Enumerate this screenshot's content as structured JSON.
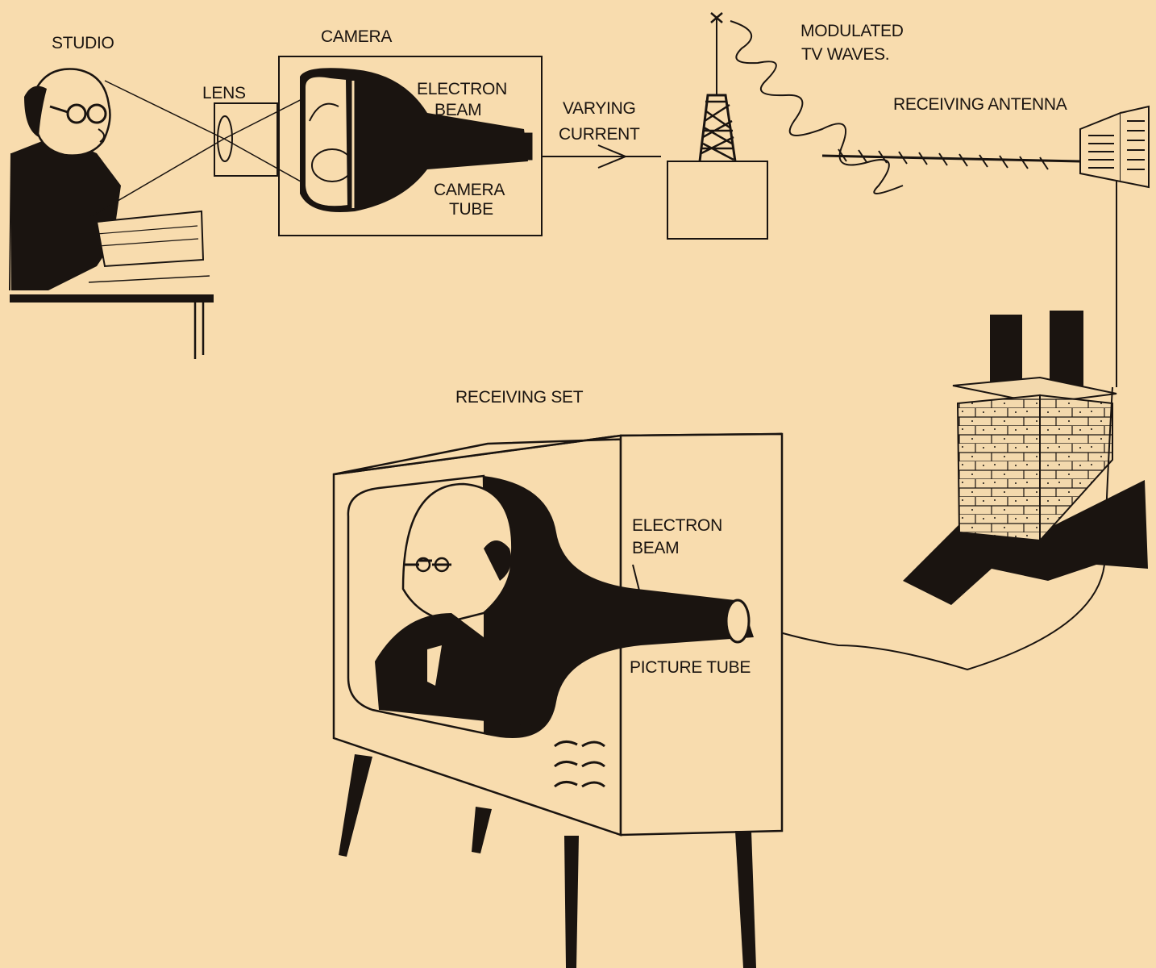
{
  "colors": {
    "paper": "#f8dcae",
    "ink": "#1a1410"
  },
  "labels": {
    "studio": "STUDIO",
    "camera": "CAMERA",
    "lens": "LENS",
    "camera_electron_beam_line1": "ELECTRON",
    "camera_electron_beam_line2": "BEAM",
    "camera_tube_line1": "CAMERA",
    "camera_tube_line2": "TUBE",
    "varying_current_line1": "VARYING",
    "varying_current_line2": "CURRENT",
    "modulated_waves_line1": "MODULATED",
    "modulated_waves_line2": "TV WAVES.",
    "receiving_antenna": "RECEIVING ANTENNA",
    "receiving_set": "RECEIVING SET",
    "set_electron_beam_line1": "ELECTRON",
    "set_electron_beam_line2": "BEAM",
    "picture_tube": "PICTURE TUBE"
  }
}
